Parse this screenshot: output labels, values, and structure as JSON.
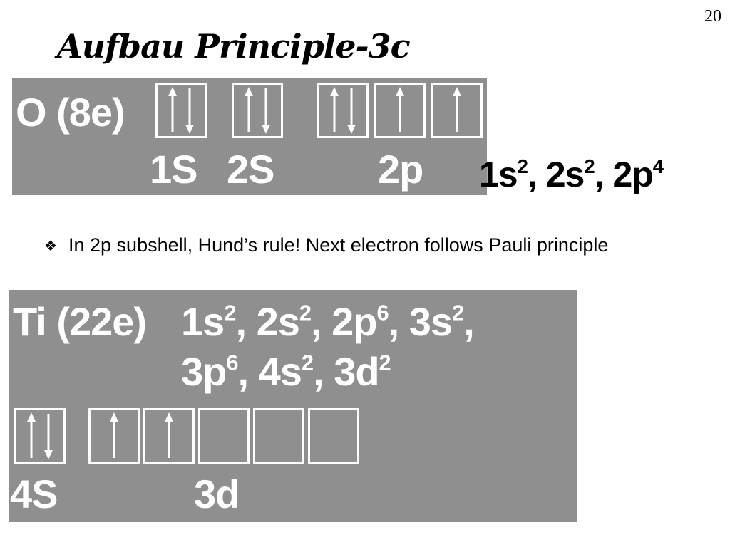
{
  "page_number": "20",
  "title": "Aufbau Principle-3c",
  "oxygen": {
    "label": "O (8e)",
    "orbital_labels": [
      "1S",
      "2S",
      "2p"
    ],
    "config": [
      {
        "orb": "1s",
        "e": "2",
        "sep": ", "
      },
      {
        "orb": "2s",
        "e": "2",
        "sep": ", "
      },
      {
        "orb": "2p",
        "e": "4",
        "sep": ""
      }
    ]
  },
  "bullet": {
    "text": "In 2p subshell, Hund’s rule!  Next electron follows Pauli principle"
  },
  "titanium": {
    "label": "Ti (22e)",
    "config_line1": [
      {
        "orb": "1s",
        "e": "2",
        "sep": ", "
      },
      {
        "orb": "2s",
        "e": "2",
        "sep": ", "
      },
      {
        "orb": "2p",
        "e": "6",
        "sep": ", "
      },
      {
        "orb": "3s",
        "e": "2",
        "sep": ","
      }
    ],
    "config_line2": [
      {
        "orb": "3p",
        "e": "6",
        "sep": ", "
      },
      {
        "orb": "4s",
        "e": "2",
        "sep": ", "
      },
      {
        "orb": "3d",
        "e": "2",
        "sep": ""
      }
    ],
    "orbital_labels": [
      "4S",
      "3d"
    ]
  },
  "colors": {
    "panel": "#8f8f8f",
    "text_on_panel": "#ffffff",
    "text": "#000000"
  }
}
